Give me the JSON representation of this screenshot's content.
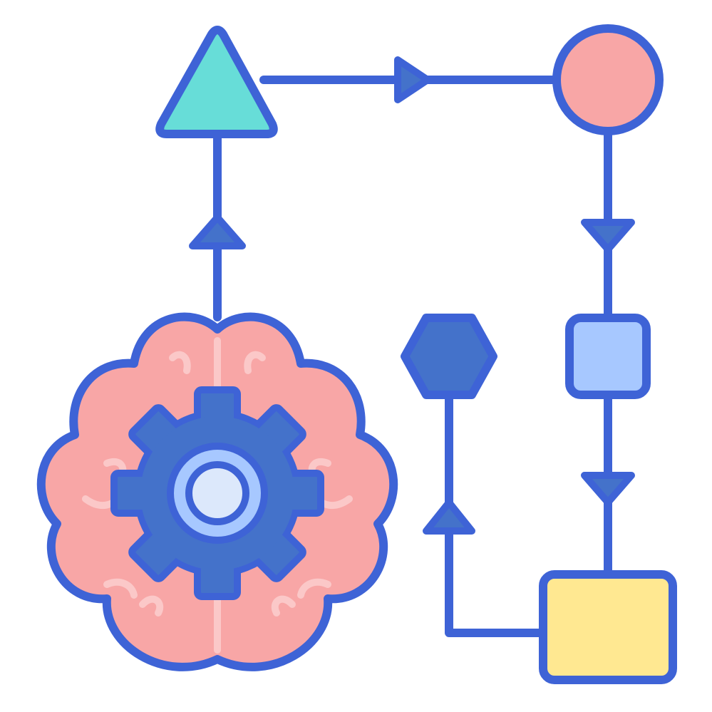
{
  "diagram": {
    "icons": {
      "brain": "brain-icon",
      "gear": "gear-icon",
      "triangle": "triangle-shape",
      "circle": "circle-shape",
      "hexagon": "hexagon-shape",
      "square": "square-shape",
      "rectangle": "rectangle-shape"
    },
    "flow_order": [
      "brain",
      "triangle",
      "circle",
      "square",
      "rectangle",
      "hexagon"
    ],
    "colors": {
      "outline": "#3E63D6",
      "triangle_fill": "#67DDD8",
      "circle_fill": "#F8A6A6",
      "hexagon_fill": "#4472CA",
      "square_fill": "#A7C8FF",
      "rectangle_fill": "#FFE891",
      "brain_fill": "#F8A6A6",
      "brain_detail": "#FBC8C8",
      "gear_fill": "#4472CA",
      "gear_ring": "#A7C8FF",
      "gear_center": "#DCE8FB",
      "background": "#FFFFFF"
    }
  }
}
